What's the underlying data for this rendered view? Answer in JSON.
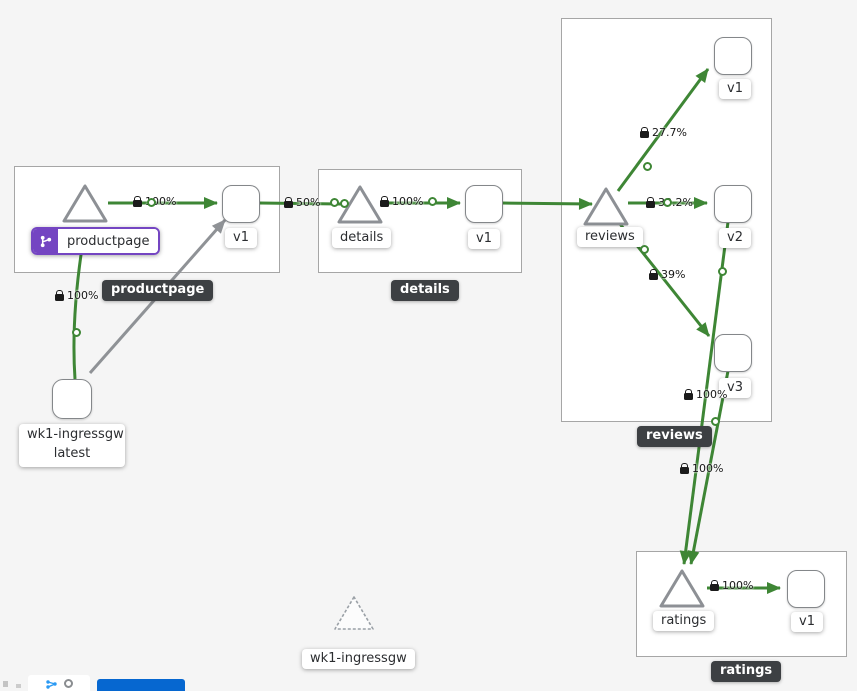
{
  "graph": {
    "groups": {
      "productpage": {
        "badge_label": "productpage"
      },
      "details": {
        "badge_label": "details"
      },
      "reviews": {
        "badge_label": "reviews"
      },
      "ratings": {
        "badge_label": "ratings"
      }
    },
    "nodes": {
      "productpage_service": {
        "label": "productpage",
        "badge": "virtual-service"
      },
      "productpage_v1": {
        "label": "v1"
      },
      "details_service": {
        "label": "details"
      },
      "details_v1": {
        "label": "v1"
      },
      "reviews_service": {
        "label": "reviews"
      },
      "reviews_v1": {
        "label": "v1"
      },
      "reviews_v2": {
        "label": "v2"
      },
      "reviews_v3": {
        "label": "v3"
      },
      "ratings_service": {
        "label": "ratings"
      },
      "ratings_v1": {
        "label": "v1"
      },
      "ingress_workload": {
        "label_line1": "wk1-ingressgw",
        "label_line2": "latest"
      },
      "idle_service": {
        "label": "wk1-ingressgw"
      }
    },
    "edge_labels": {
      "ingress_to_productpage": "100%",
      "productpage_to_v1": "100%",
      "v1_to_details": "50%",
      "details_to_v1": "100%",
      "reviews_to_v1": "27.7%",
      "reviews_to_v2": "33.2%",
      "reviews_to_v3": "39%",
      "reviews_v2_to_ratings": "100%",
      "reviews_v3_to_ratings": "100%",
      "ratings_to_v1": "100%"
    },
    "colors": {
      "traffic_green": "#3E8635",
      "no_traffic_gray": "#8F9296",
      "virtual_service_purple": "#7445C2",
      "badge_dark": "#3D4043",
      "button_blue": "#0667D0",
      "background": "#F5F5F5"
    }
  }
}
